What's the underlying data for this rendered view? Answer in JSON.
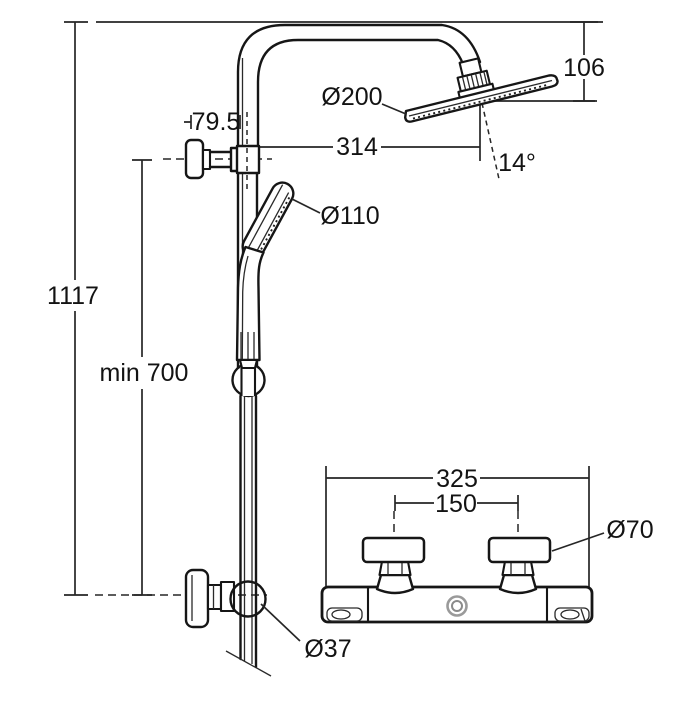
{
  "diagram": {
    "kind": "technical-dimension-drawing",
    "subject": "exposed thermostatic shower system with overhead shower, hand shower, rail and mixer valve",
    "background_color": "#ffffff",
    "line_color": "#161616",
    "dimension_line_color": "#262626",
    "outlet_ring_color": "#9a9a9a",
    "column_view": {
      "height_overall": "1117",
      "height_min": "min 700",
      "bracket_offset": "79.5",
      "arm_reach": "314",
      "head_drop": "106",
      "head_angle": "14°",
      "head_diameter": "Ø200",
      "handshower_diameter": "Ø110",
      "rail_diameter": "Ø37"
    },
    "valve_view": {
      "width_overall": "325",
      "inlet_spacing": "150",
      "handle_diameter": "Ø70"
    }
  }
}
